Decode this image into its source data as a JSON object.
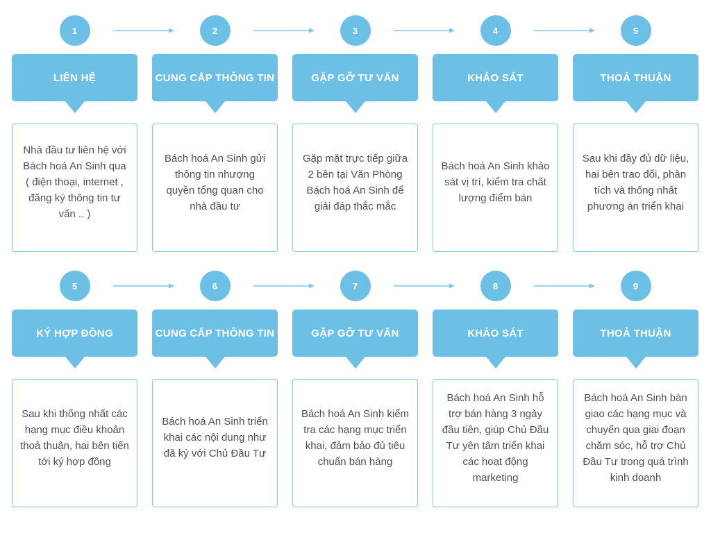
{
  "colors": {
    "accent_blue": "#6cc0e5",
    "box_border_blue": "#7ec9ea",
    "arrow_blue": "#7cc7e8",
    "body_text": "#4d4f53",
    "banner_text": "#ffffff",
    "background": "#ffffff"
  },
  "rows": [
    {
      "steps": [
        {
          "number": "1",
          "title": "LIÊN HỆ",
          "description": "Nhà đầu tư liên hệ với Bách hoá An Sinh qua ( điện thoại, internet , đăng ký thông tin tư vấn .. )"
        },
        {
          "number": "2",
          "title": "CUNG CẤP THÔNG TIN",
          "description": "Bách hoá An Sinh gửi thông tin nhượng quyền tổng quan cho nhà đầu tư"
        },
        {
          "number": "3",
          "title": "GẶP GỠ TƯ VẤN",
          "description": "Gặp mặt trực tiếp giữa 2 bên tại Văn Phòng Bách hoá An Sinh để giải đáp thắc mắc"
        },
        {
          "number": "4",
          "title": "KHẢO SÁT",
          "description": "Bách hoá An Sinh khảo sát vị trí, kiểm tra chất lượng điểm bán"
        },
        {
          "number": "5",
          "title": "THOẢ THUẬN",
          "description": "Sau khi đầy đủ dữ liệu, hai bên trao đổi, phân tích và thống nhất phương án triển khai"
        }
      ]
    },
    {
      "steps": [
        {
          "number": "5",
          "title": "KÝ HỢP ĐỒNG",
          "description": "Sau khi thống nhất các hạng mục điều khoản thoả thuận, hai bên tiến tới ký hợp đồng"
        },
        {
          "number": "6",
          "title": "CUNG CẤP THÔNG TIN",
          "description": "Bách hoá An Sinh triển khai các nội dung như đã ký với Chủ Đầu Tư"
        },
        {
          "number": "7",
          "title": "GẶP GỠ TƯ VẤN",
          "description": "Bách hoá An Sinh kiểm tra các hạng mục triển khai, đảm bảo đủ tiêu chuẩn bán hàng"
        },
        {
          "number": "8",
          "title": "KHẢO SÁT",
          "description": "Bách hoá An Sinh hỗ trợ bán hàng 3 ngày đầu tiên, giúp Chủ Đầu Tư yên tâm triển khai các hoạt động marketing"
        },
        {
          "number": "9",
          "title": "THOẢ THUẬN",
          "description": "Bách hoá An Sinh bàn giao các hạng mục và chuyển qua giai đoạn chăm sóc, hỗ trợ Chủ Đầu Tư trong quá trình kinh doanh"
        }
      ]
    }
  ]
}
